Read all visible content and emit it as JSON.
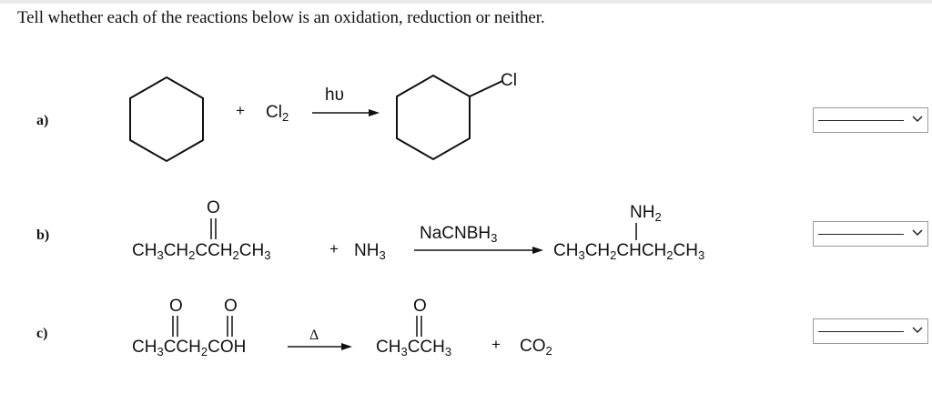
{
  "question": "Tell whether each of the reactions below is an oxidation, reduction or neither.",
  "reactions": [
    {
      "label": "a)",
      "plus": "+",
      "reagent": "Cl",
      "reagent_sub": "2",
      "condition": "hυ",
      "product_substituent": "Cl",
      "answer": ""
    },
    {
      "label": "b)",
      "reactant_pre": "CH",
      "reactant_pre_sub": "3",
      "reactant_mid": "CH",
      "reactant_mid_sub": "2",
      "reactant_c": "CCH",
      "reactant_c_sub": "2",
      "reactant_end": "CH",
      "reactant_end_sub": "3",
      "reactant_o": "O",
      "plus": "+",
      "reagent": "NH",
      "reagent_sub": "3",
      "condition": "NaCNBH",
      "condition_sub": "3",
      "product_pre": "CH",
      "product_pre_sub": "3",
      "product_mid": "CH",
      "product_mid_sub": "2",
      "product_c": "CHCH",
      "product_c_sub": "2",
      "product_end": "CH",
      "product_end_sub": "3",
      "product_top": "NH",
      "product_top_sub": "2",
      "answer": ""
    },
    {
      "label": "c)",
      "reactant_a": "CH",
      "reactant_a_sub": "3",
      "reactant_b": "CCH",
      "reactant_b_sub": "2",
      "reactant_c": "COH",
      "reactant_o1": "O",
      "reactant_o2": "O",
      "condition": "Δ",
      "product_a": "CH",
      "product_a_sub": "3",
      "product_b": "CCH",
      "product_b_sub": "3",
      "product_o": "O",
      "plus": "+",
      "byproduct": "CO",
      "byproduct_sub": "2",
      "answer": ""
    }
  ]
}
